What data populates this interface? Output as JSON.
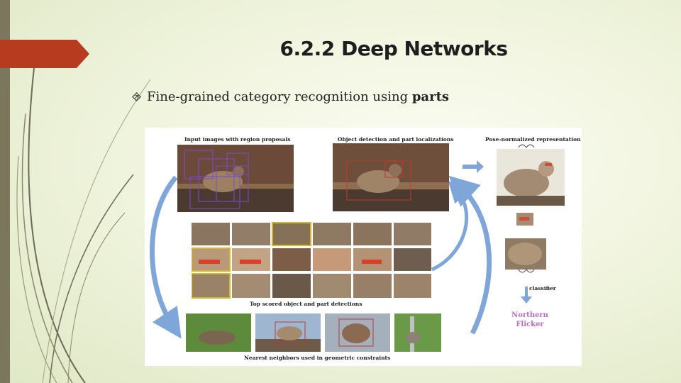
{
  "slide": {
    "title": "6.2.2 Deep Networks",
    "bullet": {
      "icon": "diamond-arrow-icon",
      "text_main": "Fine-grained category recognition using ",
      "text_bold": "parts"
    },
    "colors": {
      "accent_tab": "#b73b1e",
      "left_strip": "#7b775d",
      "result_text": "#b46fc0",
      "arrow": "#7ea6d8"
    }
  },
  "figure": {
    "labels": {
      "input": "Input images with region proposals",
      "detection": "Object detection and part localizations",
      "pose": "Pose-normalized representation",
      "top_scored": "Top scored object and part detections",
      "neighbors": "Nearest neighbors used in geometric constraints",
      "classifier": "classifier"
    },
    "result": {
      "line1": "Northern",
      "line2": "Flicker"
    }
  }
}
